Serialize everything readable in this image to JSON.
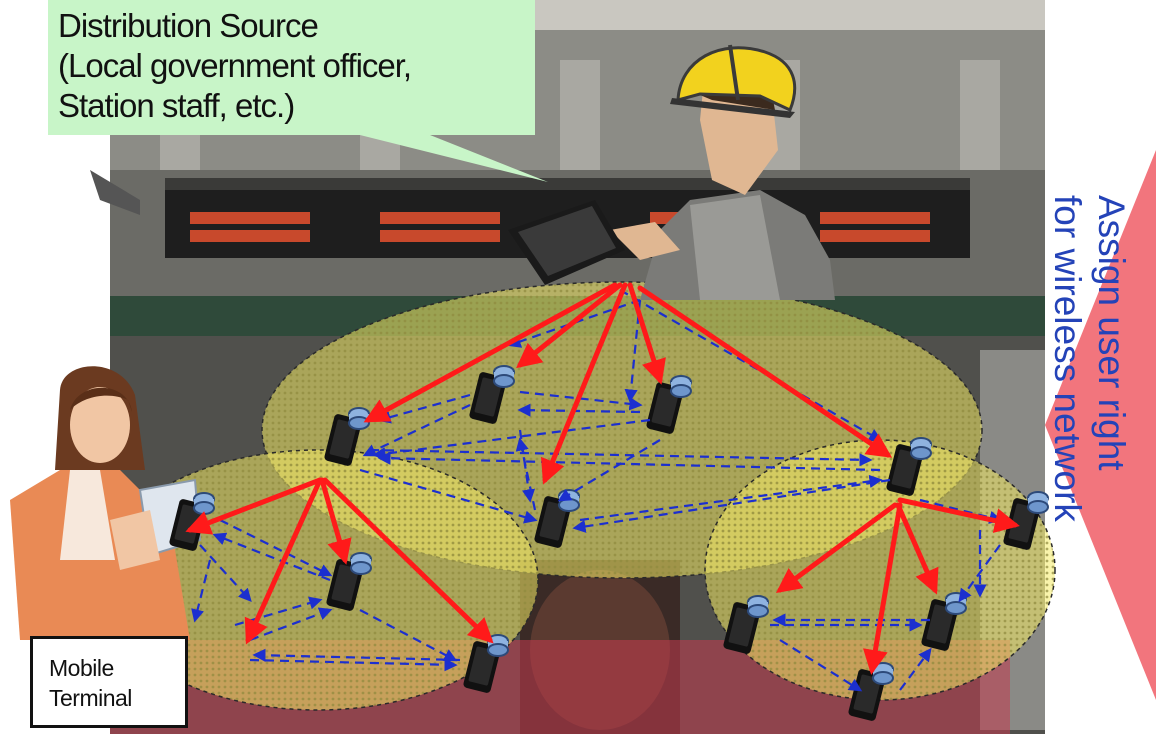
{
  "callout": {
    "line1": "Distribution Source",
    "line2": "(Local government officer,",
    "line3": "Station staff, etc.)"
  },
  "terminal_label": {
    "line1": "Mobile",
    "line2": "Terminal"
  },
  "side_banner": {
    "line1": "Assign user right",
    "line2": "for wireless network"
  },
  "colors": {
    "callout_bg": "#c8f5c8",
    "banner_bg": "#f2757d",
    "banner_text": "#2443b8",
    "arrow_red": "#ff1a1a",
    "arrow_blue": "#1c2fcf",
    "cell_fill": "#fff27a"
  },
  "icons": [
    "station-staff-figure",
    "tablet-icon",
    "smartphone-icon",
    "woman-with-tablet-figure"
  ]
}
